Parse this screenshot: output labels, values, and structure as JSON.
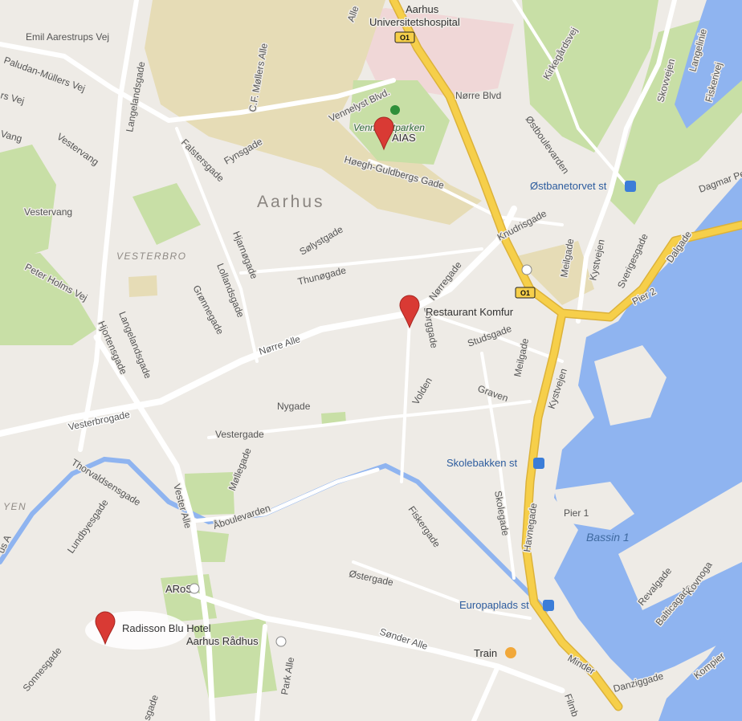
{
  "map": {
    "city_label": "Aarhus",
    "districts": [
      "VESTERBRO",
      "YEN"
    ],
    "markers": [
      {
        "label": "AIAS"
      },
      {
        "label": "Restaurant Komfur"
      },
      {
        "label": "Radisson Blu Hotel"
      }
    ],
    "hospital": {
      "line1": "Aarhus",
      "line2": "Universitetshospital"
    },
    "park": "Vennelystparken",
    "route_badge": "O1",
    "stations": [
      "Østbanetorvet st",
      "Skolebakken st",
      "Europaplads st"
    ],
    "pois": [
      "ARoS",
      "Aarhus Rådhus",
      "Train"
    ],
    "water": [
      "Bassin 1",
      "Pier 1",
      "Pier 2"
    ],
    "streets": {
      "emil": "Emil Aarestrups Vej",
      "paludan": "Paludan-Müllers Vej",
      "langeland_top": "Langelandsgade",
      "cf_moller": "C.F. Møllers Alle",
      "alle_top": "Alle",
      "vennelyst": "Vennelyst Blvd.",
      "norre_blvd": "Nørre Blvd",
      "kirkegards": "Kirkegårdsvej",
      "skovvejen": "Skovvejen",
      "langelinie": "Langelinie",
      "fiskerivej": "Fiskerivej",
      "rs_vej": "rs Vej",
      "vang": "Vang",
      "vestervang_a": "Vestervang",
      "vestervang_b": "Vestervang",
      "falsters": "Falstersgade",
      "fynsgade": "Fynsgade",
      "hoegh": "Høegh-Guldbergs Gade",
      "ostboulevarden": "Østboulevarden",
      "dagmar": "Dagmar Pe",
      "knudrisgade": "Knudrisgade",
      "solystgade": "Sølystgade",
      "hjarnogade": "Hjarnøgade",
      "lollandsgade": "Lollandsgade",
      "thunogade": "Thunøgade",
      "norregade": "Nørregade",
      "meilgade_top": "Meilgade",
      "kystvejen_top": "Kystvejen",
      "sverigesgade": "Sverigesgade",
      "dalgade": "Dalgade",
      "peter_holms": "Peter Holms Vej",
      "gronnegade": "Grønnegade",
      "norre_alle": "Nørre Alle",
      "borggade": "Borggade",
      "studsgade": "Studsgade",
      "meilgade": "Meilgade",
      "kystvejen": "Kystvejen",
      "langelandsgade": "Langelandsgade",
      "hjortensgade": "Hjortensgade",
      "vesterbrogade": "Vesterbrogade",
      "nygade": "Nygade",
      "volden": "Volden",
      "graven": "Graven",
      "vestergade": "Vestergade",
      "thorvaldsensgade": "Thorvaldsensgade",
      "mollegade": "Møllegade",
      "vester_alle": "Vester Alle",
      "aboulevarden": "Åboulevarden",
      "fiskergade": "Fiskergade",
      "skolegade": "Skolegade",
      "havnegade": "Havnegade",
      "lundbyesgade": "Lundbyesgade",
      "ostergade": "Østergade",
      "revalgade": "Revalgade",
      "balticagade": "Balticagade",
      "kovnogade": "Kovnoga",
      "sonder_alle": "Sønder Alle",
      "park_alle": "Park Alle",
      "sonnesgade": "Sonnesgade",
      "sgade": "sgade",
      "minder": "Minder",
      "danziggade": "Danziggade",
      "kompier": "Kompier",
      "filmby": "Filmb",
      "us_a": "us A"
    },
    "colors": {
      "land": "#eeebe6",
      "road": "#ffffff",
      "highway": "#f6cf4a",
      "highway_edge": "#dcb23a",
      "water": "#8fb4f0",
      "park": "#c8dfa6",
      "campus": "#e6dcb6",
      "hospital_area": "#f0d7d7",
      "marker": "#d93a34"
    }
  }
}
